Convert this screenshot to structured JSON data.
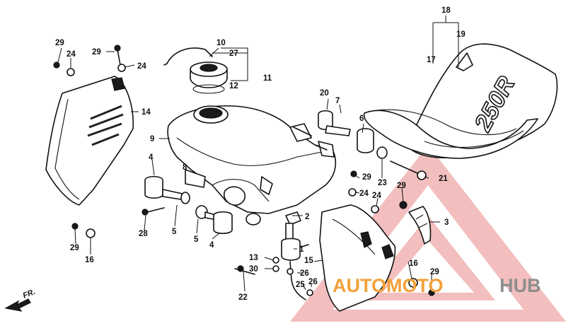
{
  "diagram": {
    "seat_model_text": "250R",
    "front_indicator": "FR.",
    "watermark": {
      "part1": "AUTOMOTO",
      "part2": "HUB",
      "color_primary": "#f2a13b",
      "color_secondary": "#8e8e8e",
      "triangle_color": "#e88a8a"
    },
    "callouts": [
      {
        "id": "c18",
        "label": "18"
      },
      {
        "id": "c19",
        "label": "19"
      },
      {
        "id": "c17",
        "label": "17"
      },
      {
        "id": "c10",
        "label": "10"
      },
      {
        "id": "c27",
        "label": "27"
      },
      {
        "id": "c11",
        "label": "11"
      },
      {
        "id": "c12",
        "label": "12"
      },
      {
        "id": "c29a",
        "label": "29"
      },
      {
        "id": "c24a",
        "label": "24"
      },
      {
        "id": "c29b",
        "label": "29"
      },
      {
        "id": "c24b",
        "label": "24"
      },
      {
        "id": "c14",
        "label": "14"
      },
      {
        "id": "c9",
        "label": "9"
      },
      {
        "id": "c20",
        "label": "20"
      },
      {
        "id": "c7",
        "label": "7"
      },
      {
        "id": "c6",
        "label": "6"
      },
      {
        "id": "c23",
        "label": "23"
      },
      {
        "id": "c21",
        "label": "21"
      },
      {
        "id": "c29c",
        "label": "29"
      },
      {
        "id": "c24c",
        "label": "24"
      },
      {
        "id": "c24d",
        "label": "24"
      },
      {
        "id": "c29d",
        "label": "29"
      },
      {
        "id": "c3",
        "label": "3"
      },
      {
        "id": "c4a",
        "label": "4"
      },
      {
        "id": "c8",
        "label": "8"
      },
      {
        "id": "c28",
        "label": "28"
      },
      {
        "id": "c5a",
        "label": "5"
      },
      {
        "id": "c5b",
        "label": "5"
      },
      {
        "id": "c4b",
        "label": "4"
      },
      {
        "id": "c2",
        "label": "2"
      },
      {
        "id": "c1",
        "label": "1"
      },
      {
        "id": "c13",
        "label": "13"
      },
      {
        "id": "c30",
        "label": "30"
      },
      {
        "id": "c26a",
        "label": "26"
      },
      {
        "id": "c25",
        "label": "25"
      },
      {
        "id": "c26b",
        "label": "26"
      },
      {
        "id": "c15",
        "label": "15"
      },
      {
        "id": "c22",
        "label": "22"
      },
      {
        "id": "c29e",
        "label": "29"
      },
      {
        "id": "c16a",
        "label": "16"
      },
      {
        "id": "c16b",
        "label": "16"
      },
      {
        "id": "c29f",
        "label": "29"
      }
    ]
  }
}
